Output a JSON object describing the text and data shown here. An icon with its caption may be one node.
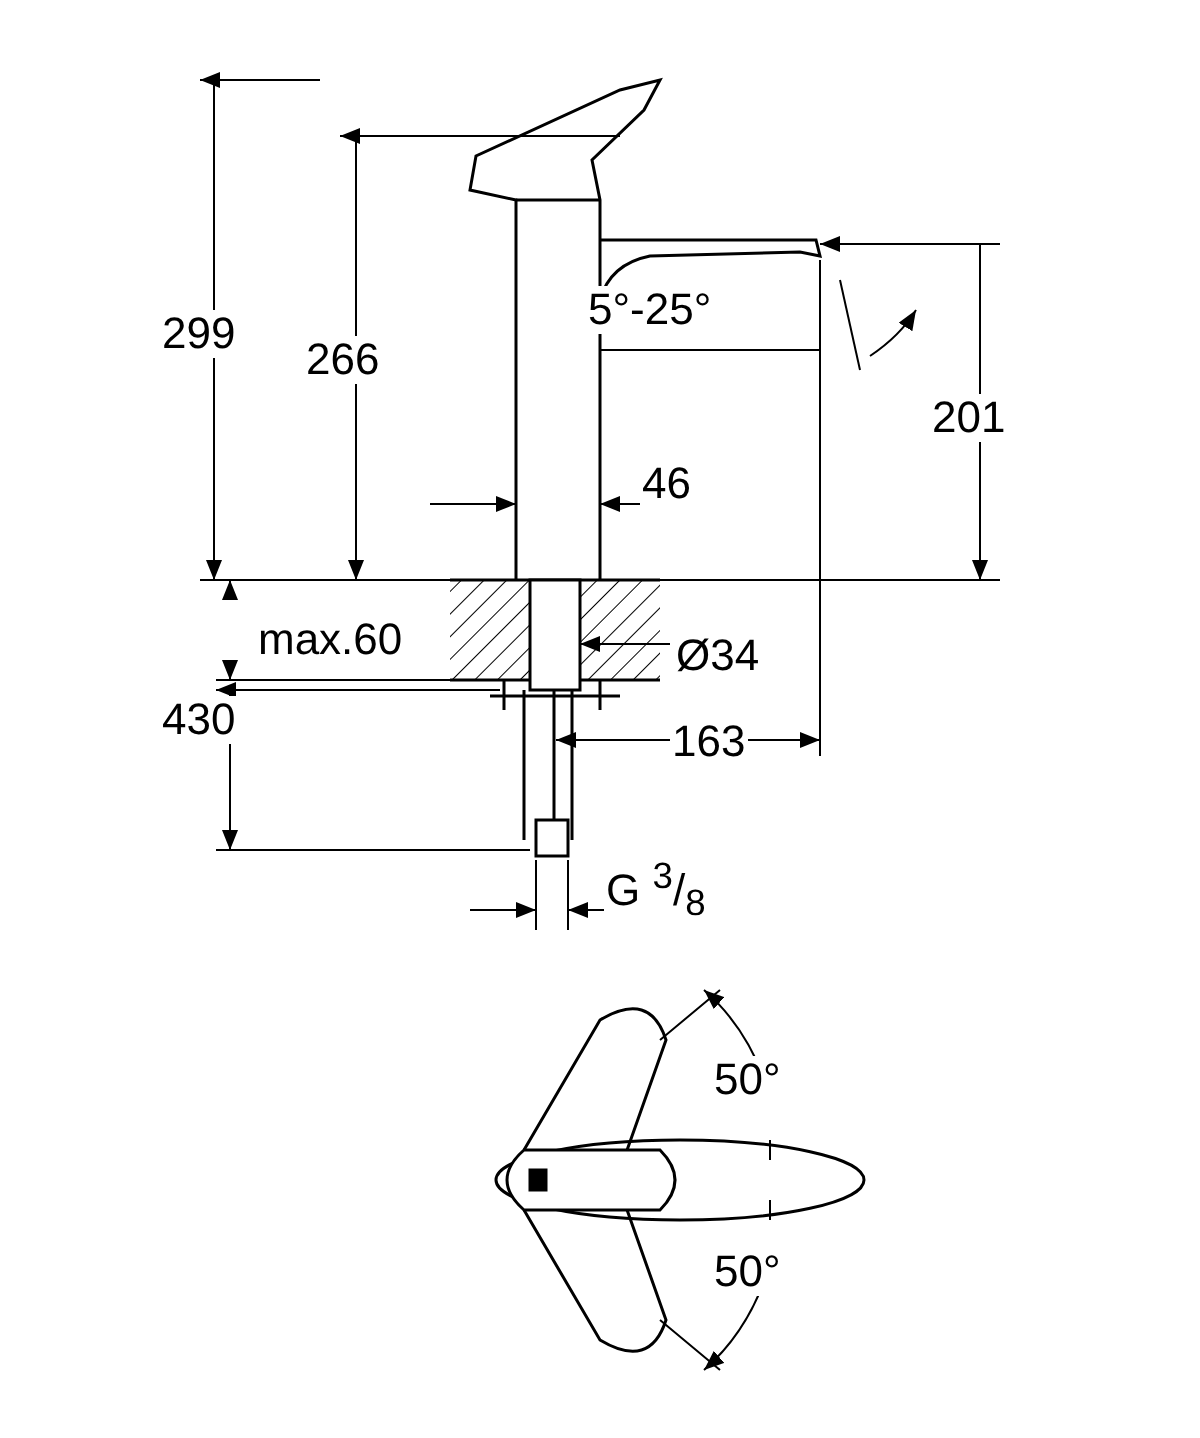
{
  "diagram": {
    "labels": [
      "299",
      "266",
      "5°-25°",
      "201",
      "46",
      "max.60",
      "Ø34",
      "430",
      "163",
      "G $^{3}$/$_{8}$",
      "50°",
      "50°"
    ]
  }
}
